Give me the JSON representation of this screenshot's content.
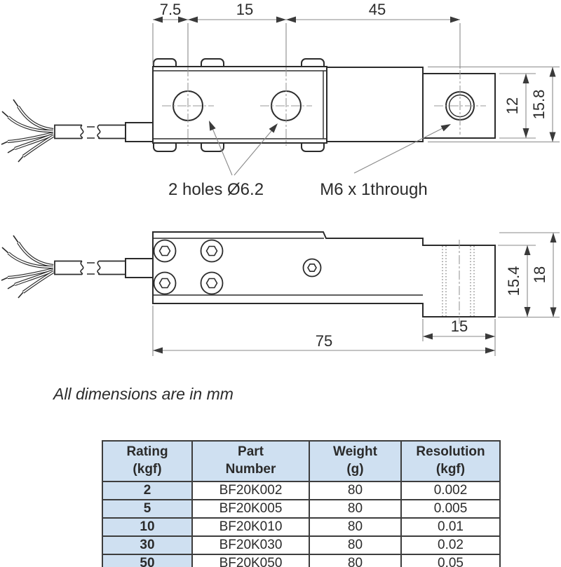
{
  "drawing": {
    "note": "All dimensions are in mm",
    "top_view": {
      "dim_left": "7.5",
      "dim_mid": "15",
      "dim_right": "45",
      "dim_height_inner": "12",
      "dim_height_outer": "15.8",
      "holes_label": "2 holes Ø6.2",
      "thread_label": "M6 x 1through"
    },
    "side_view": {
      "dim_block_width": "15",
      "dim_total_length": "75",
      "dim_block_height": "15.4",
      "dim_total_height": "18"
    }
  },
  "table": {
    "headers": [
      {
        "line1": "Rating",
        "line2": "(kgf)"
      },
      {
        "line1": "Part",
        "line2": "Number"
      },
      {
        "line1": "Weight",
        "line2": "(g)"
      },
      {
        "line1": "Resolution",
        "line2": "(kgf)"
      }
    ],
    "rows": [
      [
        "2",
        "BF20K002",
        "80",
        "0.002"
      ],
      [
        "5",
        "BF20K005",
        "80",
        "0.005"
      ],
      [
        "10",
        "BF20K010",
        "80",
        "0.01"
      ],
      [
        "30",
        "BF20K030",
        "80",
        "0.02"
      ],
      [
        "50",
        "BF20K050",
        "80",
        "0.05"
      ]
    ]
  },
  "colors": {
    "header_bg": "#cfe0f1",
    "rating_bg": "#cfe0f1",
    "table_border": "#3d3d3d",
    "outline": "#2b2b2b",
    "dim_line": "#8a8a8a"
  }
}
